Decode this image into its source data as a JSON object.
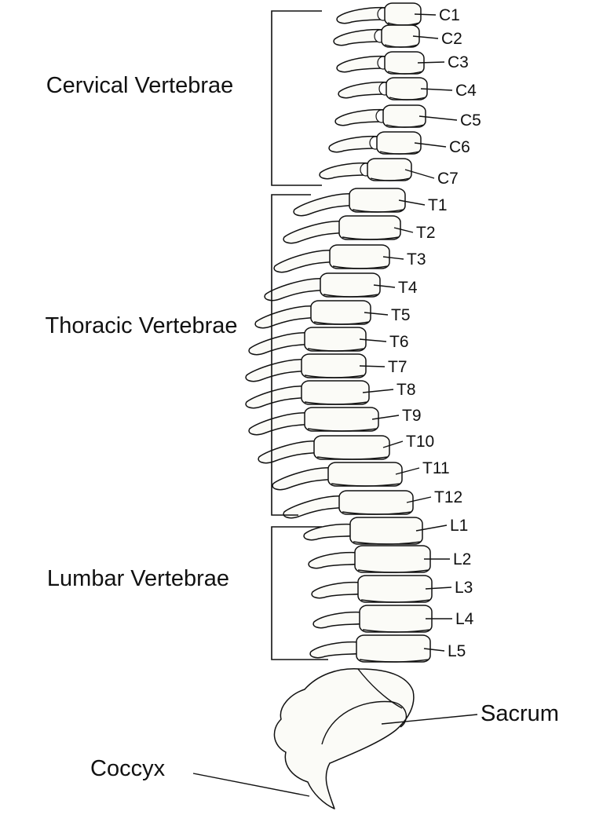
{
  "regions": {
    "cervical": "Cervical Vertebrae",
    "thoracic": "Thoracic Vertebrae",
    "lumbar": "Lumbar Vertebrae"
  },
  "vertebrae": [
    "C1",
    "C2",
    "C3",
    "C4",
    "C5",
    "C6",
    "C7",
    "T1",
    "T2",
    "T3",
    "T4",
    "T5",
    "T6",
    "T7",
    "T8",
    "T9",
    "T10",
    "T11",
    "T12",
    "L1",
    "L2",
    "L3",
    "L4",
    "L5"
  ],
  "sacrum_label": "Sacrum",
  "coccyx_label": "Coccyx",
  "colors": {
    "line": "#111111",
    "bone": "#fbfbf7",
    "background": "#ffffff"
  }
}
